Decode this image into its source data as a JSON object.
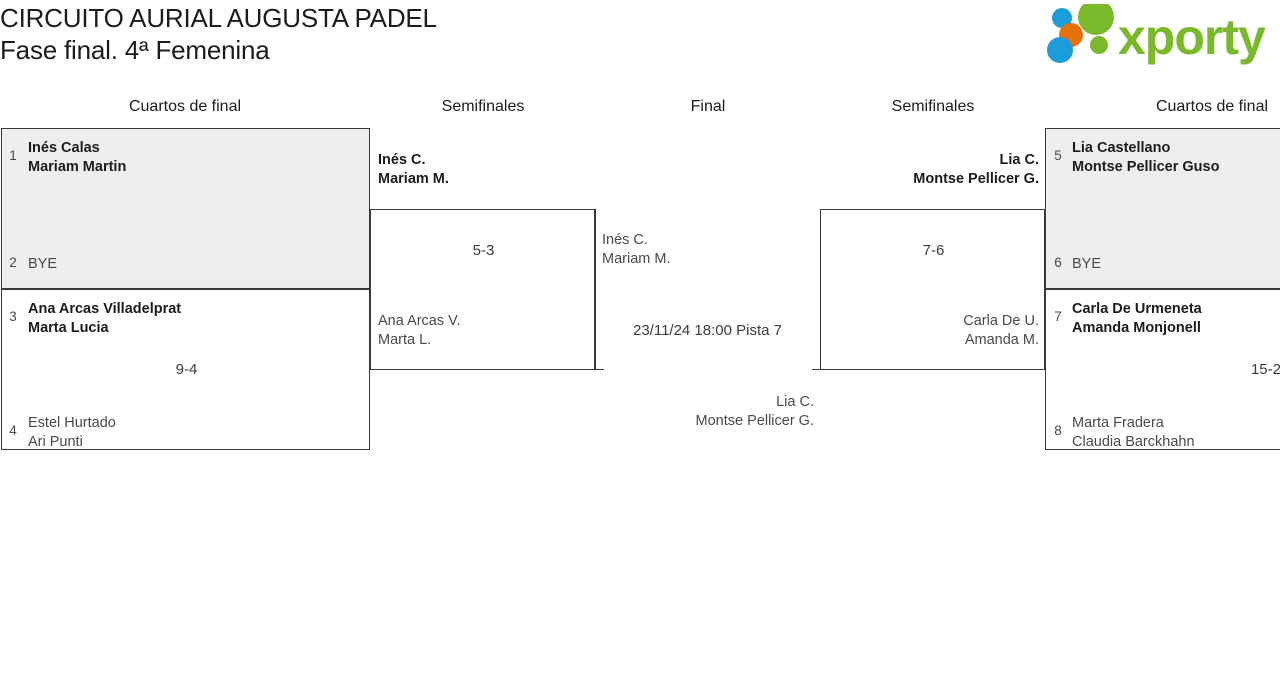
{
  "header": {
    "title_line1": "CIRCUITO AURIAL AUGUSTA PADEL",
    "title_line2": "Fase final. 4ª Femenina",
    "logo_text": "xporty",
    "logo_name": "xporty-logo",
    "brand_colors": {
      "green": "#7ab929",
      "orange": "#e8700a",
      "blue": "#1b9dd9"
    }
  },
  "columns": [
    {
      "label": "Cuartos de final"
    },
    {
      "label": "Semifinales"
    },
    {
      "label": "Final"
    },
    {
      "label": "Semifinales"
    },
    {
      "label": "Cuartos de final"
    }
  ],
  "bracket": {
    "left_quarters": [
      {
        "match_id": "qf-1",
        "highlight": true,
        "score": "",
        "top": {
          "seed": "1",
          "line1": "Inés Calas",
          "line2": "Mariam Martin",
          "status": "winner"
        },
        "bottom": {
          "seed": "2",
          "line1": "BYE",
          "line2": "",
          "status": "loser"
        }
      },
      {
        "match_id": "qf-2",
        "highlight": false,
        "score": "9-4",
        "top": {
          "seed": "3",
          "line1": "Ana Arcas Villadelprat",
          "line2": "Marta Lucia",
          "status": "winner"
        },
        "bottom": {
          "seed": "4",
          "line1": "Estel Hurtado",
          "line2": "Ari Punti",
          "status": "loser"
        }
      }
    ],
    "left_semi": {
      "match_id": "sf-left",
      "score": "5-3",
      "top": {
        "line1": "Inés C.",
        "line2": "Mariam M.",
        "status": "winner"
      },
      "bottom": {
        "line1": "Ana Arcas V.",
        "line2": "Marta L.",
        "status": "loser"
      }
    },
    "final": {
      "match_id": "final",
      "meta": "23/11/24 18:00 Pista 7",
      "top": {
        "line1": "Inés C.",
        "line2": "Mariam M.",
        "status": "loser"
      },
      "bottom": {
        "line1": "Lia C.",
        "line2": "Montse Pellicer G.",
        "status": "loser"
      }
    },
    "right_semi": {
      "match_id": "sf-right",
      "score": "7-6",
      "top": {
        "line1": "Lia C.",
        "line2": "Montse Pellicer G.",
        "status": "winner"
      },
      "bottom": {
        "line1": "Carla De U.",
        "line2": "Amanda M.",
        "status": "loser"
      }
    },
    "right_quarters": [
      {
        "match_id": "qf-3",
        "highlight": true,
        "score": "",
        "top": {
          "seed": "5",
          "line1": "Lia Castellano",
          "line2": "Montse Pellicer Guso",
          "status": "winner"
        },
        "bottom": {
          "seed": "6",
          "line1": "BYE",
          "line2": "",
          "status": "loser"
        }
      },
      {
        "match_id": "qf-4",
        "highlight": false,
        "score": "15-2",
        "top": {
          "seed": "7",
          "line1": "Carla De Urmeneta",
          "line2": "Amanda Monjonell",
          "status": "winner"
        },
        "bottom": {
          "seed": "8",
          "line1": "Marta Fradera",
          "line2": "Claudia Barckhahn",
          "status": "loser"
        }
      }
    ]
  }
}
